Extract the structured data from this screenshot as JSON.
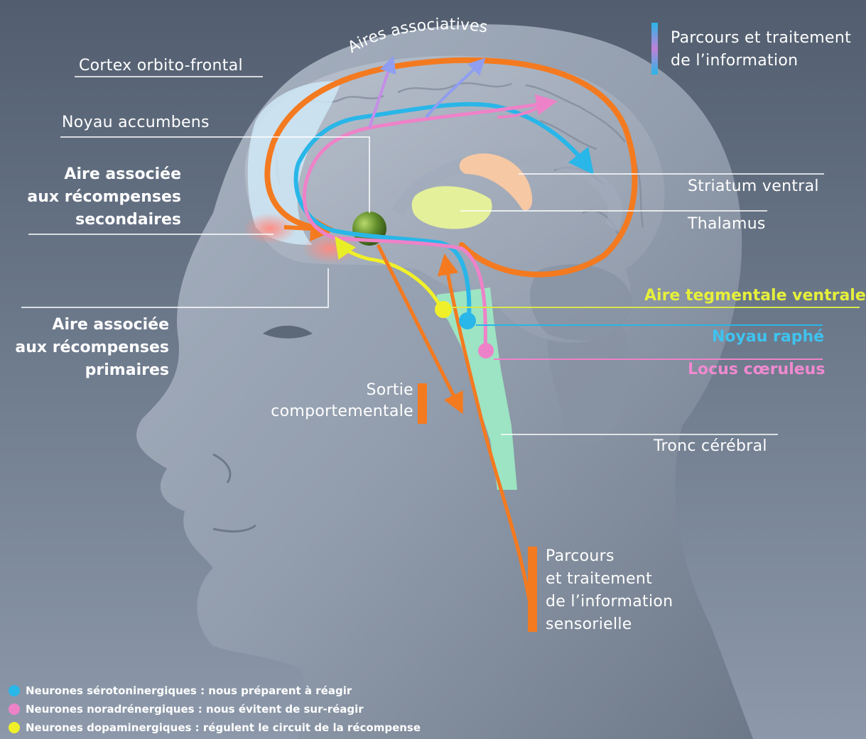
{
  "labels": {
    "aires_associatives": "Aires associatives",
    "cortex_orbito_frontal": "Cortex orbito-frontal",
    "noyau_accumbens": "Noyau accumbens",
    "aire_secondaire": [
      "Aire associée",
      "aux récompenses",
      "secondaires"
    ],
    "aire_primaire": [
      "Aire associée",
      "aux récompenses",
      "primaires"
    ],
    "striatum_ventral": "Striatum ventral",
    "thalamus": "Thalamus",
    "aire_tegmentale": "Aire tegmentale ventrale",
    "noyau_raphe": "Noyau raphé",
    "locus_coeruleus": "Locus cœruleus",
    "sortie": [
      "Sortie",
      "comportementale"
    ],
    "tronc_cerebral": "Tronc cérébral",
    "parcours_top": [
      "Parcours et traitement",
      "de l’information"
    ],
    "parcours_sensoriel": [
      "Parcours",
      "et traitement",
      "de l’information",
      "sensorielle"
    ]
  },
  "legend": [
    {
      "text": "Neurones sérotoninergiques : nous préparent à réagir",
      "color": "#29b6e8"
    },
    {
      "text": "Neurones noradrénergiques : nous évitent de sur-réagir",
      "color": "#ee82c8"
    },
    {
      "text": "Neurones dopaminergiques : régulent le circuit de la récompense",
      "color": "#f0f02a"
    }
  ],
  "colors": {
    "orange": "#f47a20",
    "cyan": "#29b6e8",
    "pink": "#ee82c8",
    "yellow": "#e8ef26",
    "background": "#7a8799"
  }
}
